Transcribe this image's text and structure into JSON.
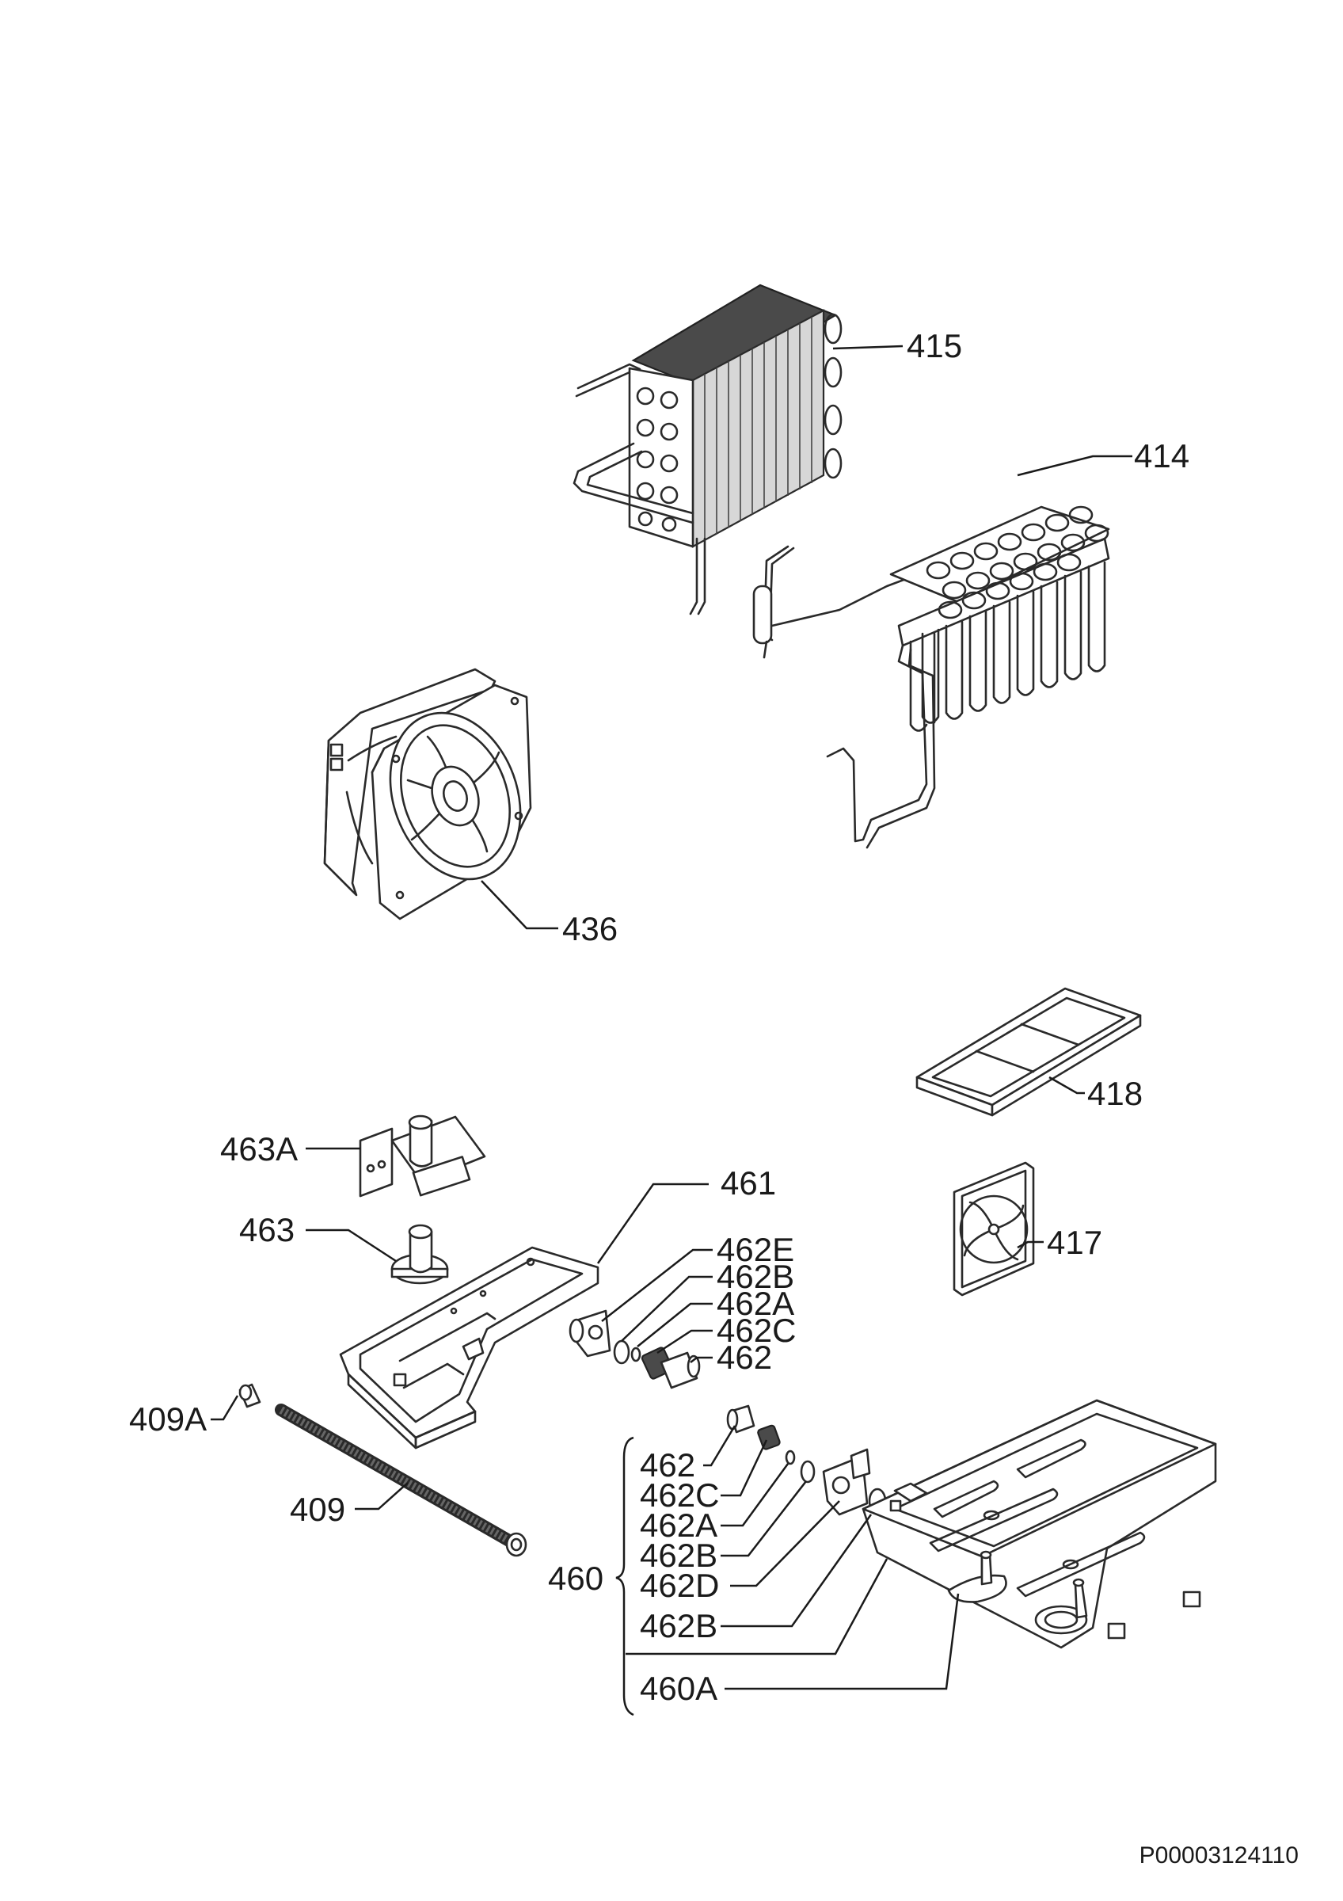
{
  "document_id": "P00003124110",
  "labels": {
    "p415": "415",
    "p414": "414",
    "p436": "436",
    "p418": "418",
    "p463a": "463A",
    "p461": "461",
    "p463": "463",
    "p462e": "462E",
    "p462b_top": "462B",
    "p462a_top": "462A",
    "p462c_top": "462C",
    "p462_top": "462",
    "p417": "417",
    "p409a": "409A",
    "p409": "409",
    "p460": "460",
    "p462_low": "462",
    "p462c_low": "462C",
    "p462a_low": "462A",
    "p462b_low1": "462B",
    "p462d": "462D",
    "p462b_low2": "462B",
    "p460a": "460A"
  }
}
